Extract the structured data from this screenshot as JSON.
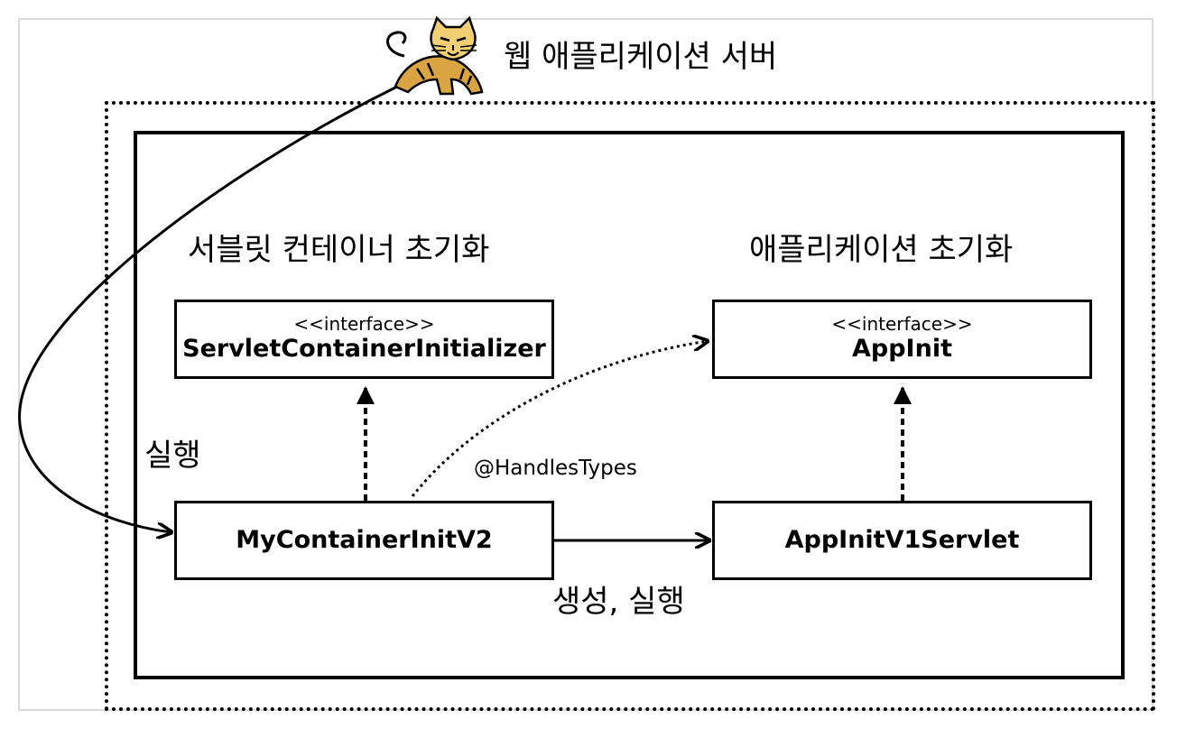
{
  "header": {
    "title": "웹 애플리케이션 서버",
    "icon": "tomcat-cat-icon"
  },
  "left_section": {
    "title": "서블릿 컨테이너 초기화",
    "interface_box": {
      "stereotype": "<<interface>>",
      "name": "ServletContainerInitializer"
    },
    "impl_box": {
      "name": "MyContainerInitV2"
    }
  },
  "right_section": {
    "title": "애플리케이션 초기화",
    "interface_box": {
      "stereotype": "<<interface>>",
      "name": "AppInit"
    },
    "impl_box": {
      "name": "AppInitV1Servlet"
    }
  },
  "labels": {
    "run": "실행",
    "handles_types": "@HandlesTypes",
    "create_run": "생성, 실행"
  },
  "colors": {
    "frame_border": "#d9d9d9",
    "line": "#000000",
    "tomcat_body": "#d9a441"
  }
}
